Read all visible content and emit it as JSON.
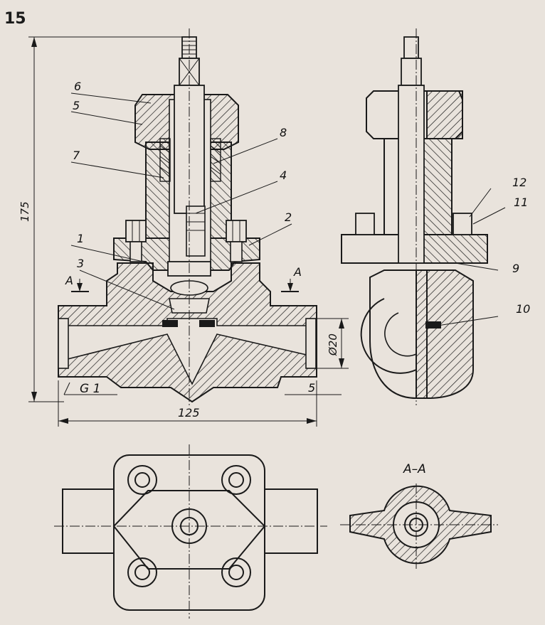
{
  "plate_number": "15",
  "colors": {
    "paper": "#e9e3dc",
    "line": "#1a1a1a",
    "section_fill": "hatched"
  },
  "part_labels": [
    "1",
    "2",
    "3",
    "4",
    "5",
    "6",
    "7",
    "8",
    "9",
    "10",
    "11",
    "12"
  ],
  "section_marks": {
    "left_arrow": "A",
    "right_arrow": "A",
    "section_title": "A–A"
  },
  "dimensions": {
    "overall_height": "175",
    "overall_length": "125",
    "bore_diameter": "Ø20",
    "flange_offset": "5",
    "thread": "G 1"
  }
}
